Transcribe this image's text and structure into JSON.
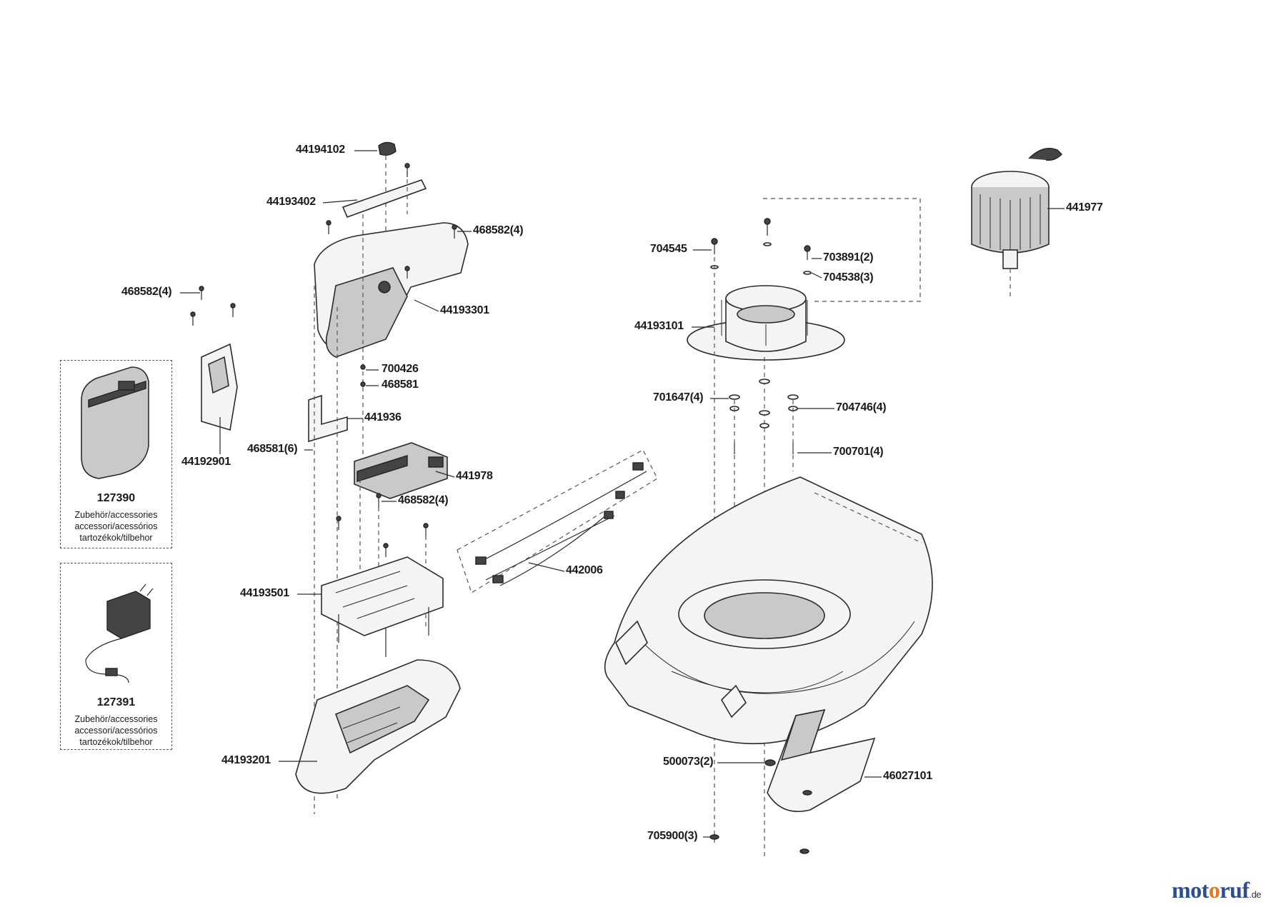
{
  "parts": {
    "p44194102": "44194102",
    "p44193402": "44193402",
    "p468582_4_a": "468582(4)",
    "p468582_4_b": "468582(4)",
    "p44193301": "44193301",
    "p700426": "700426",
    "p468581": "468581",
    "p441936": "441936",
    "p44192901": "44192901",
    "p468581_6": "468581(6)",
    "p441978": "441978",
    "p468582_4_c": "468582(4)",
    "p442006": "442006",
    "p44193501": "44193501",
    "p44193201": "44193201",
    "p441977": "441977",
    "p704545": "704545",
    "p703891_2": "703891(2)",
    "p704538_3": "704538(3)",
    "p44193101": "44193101",
    "p701647_4": "701647(4)",
    "p704746_4": "704746(4)",
    "p700701_4": "700701(4)",
    "p500073_2": "500073(2)",
    "p46027101": "46027101",
    "p705900_3": "705900(3)"
  },
  "accessories": [
    {
      "code": "127390",
      "lines": [
        "Zubehör/accessories",
        "accessori/acessórios",
        "tartozékok/tilbehor"
      ]
    },
    {
      "code": "127391",
      "lines": [
        "Zubehör/accessories",
        "accessori/acessórios",
        "tartozékok/tilbehor"
      ]
    }
  ],
  "brand": {
    "part1": "mot",
    "part2": "o",
    "part3": "ruf",
    "tld": ".de"
  }
}
